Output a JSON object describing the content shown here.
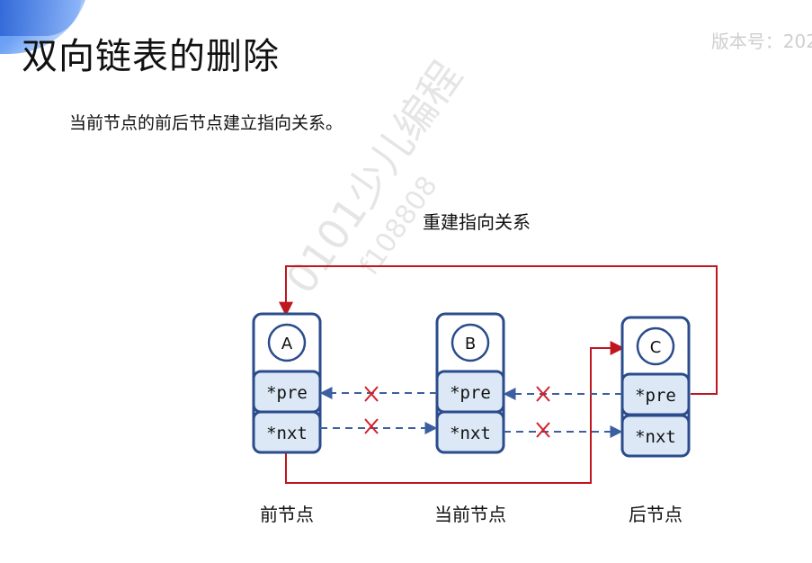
{
  "header": {
    "title": "双向链表的删除",
    "version_label": "版本号：202"
  },
  "subtitle": "当前节点的前后节点建立指向关系。",
  "watermark": {
    "line1": "0101少儿编程",
    "line2": "f108808"
  },
  "diagram": {
    "relink_label": "重建指向关系",
    "nodes": [
      {
        "letter": "A",
        "pre": "*pre",
        "nxt": "*nxt",
        "caption": "前节点"
      },
      {
        "letter": "B",
        "pre": "*pre",
        "nxt": "*nxt",
        "caption": "当前节点"
      },
      {
        "letter": "C",
        "pre": "*pre",
        "nxt": "*nxt",
        "caption": "后节点"
      }
    ],
    "colors": {
      "node_border": "#2b4c8c",
      "field_fill": "#dde8f6",
      "relink": "#c0161e",
      "link": "#3b5fa0"
    }
  }
}
